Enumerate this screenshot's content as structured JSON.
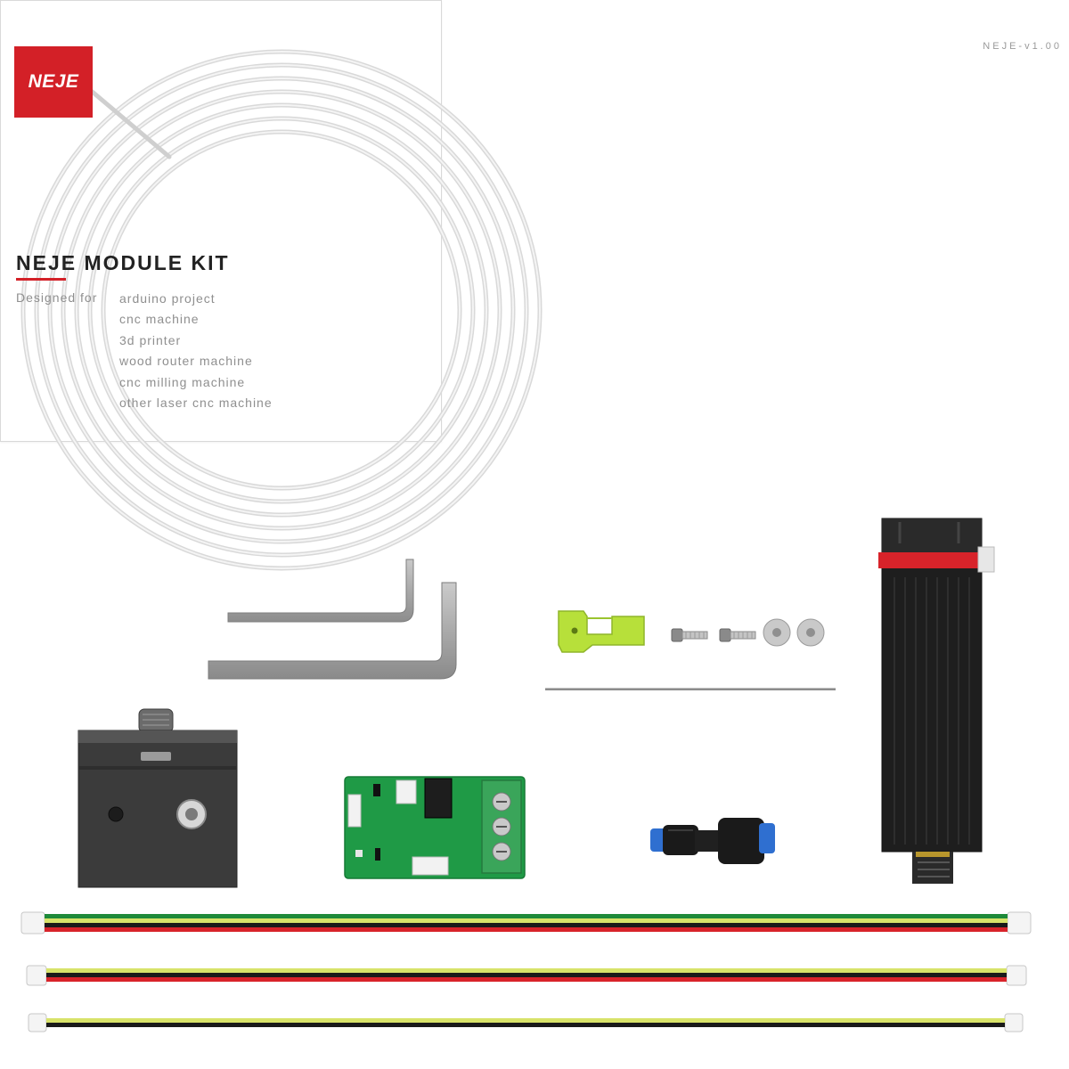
{
  "manual": {
    "version": "NEJE-v1.00",
    "logo_text": "NEJE",
    "title": "NEJE MODULE KIT",
    "designed_for_label": "Designed for",
    "uses": [
      "arduino project",
      "cnc machine",
      "3d printer",
      "wood router machine",
      "cnc milling machine",
      "other laser cnc machine"
    ]
  },
  "colors": {
    "brand_red": "#d32027",
    "wire_green": "#1e8a3a",
    "wire_yellow": "#d8e36a",
    "wire_black": "#1a1a1a",
    "wire_red": "#d8232a",
    "pcb_green": "#1f9a46",
    "bracket_green": "#b7e03a",
    "coupler_blue": "#2f6fd0"
  },
  "items": [
    "air-tube-coil-icon",
    "instruction-manual",
    "hex-key-icon",
    "hex-key-icon",
    "mounting-bracket-icon",
    "screw-icon",
    "washer-icon",
    "metal-rod-icon",
    "laser-module-icon",
    "mounting-block-icon",
    "driver-board-icon",
    "air-coupler-icon",
    "cable-icon"
  ]
}
